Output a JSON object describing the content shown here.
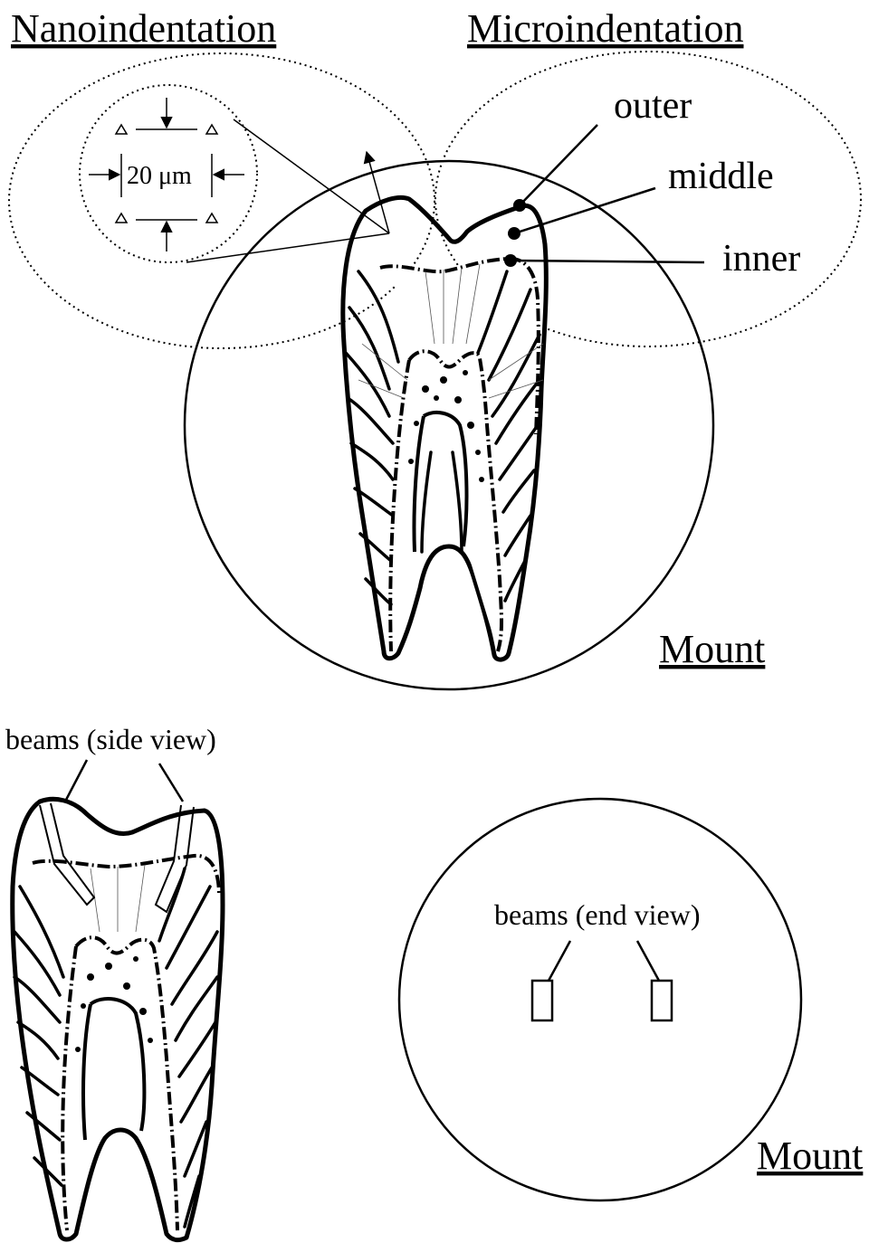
{
  "labels": {
    "nanoindentation": "Nanoindentation",
    "microindentation": "Microindentation",
    "outer": "outer",
    "middle": "middle",
    "inner": "inner",
    "scale_bar": "20 μm",
    "mount_top": "Mount",
    "beams_side": "beams (side view)",
    "beams_end": "beams (end view)",
    "mount_bottom": "Mount"
  }
}
